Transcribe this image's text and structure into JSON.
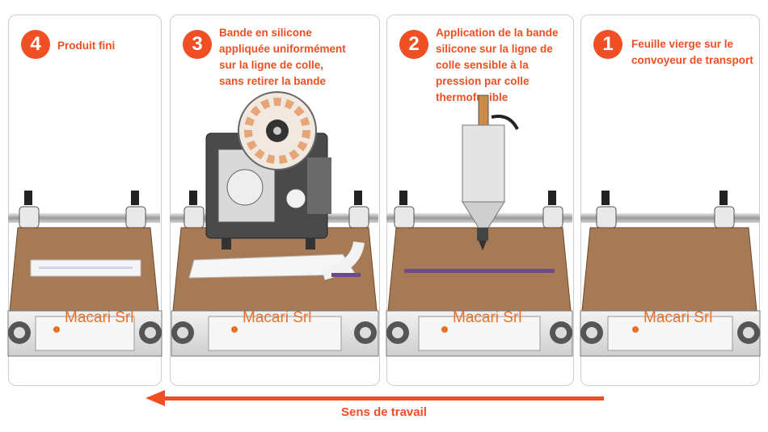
{
  "steps": [
    {
      "number": "4",
      "text": "Produit fini"
    },
    {
      "number": "3",
      "text_lines": [
        "Bande en silicone",
        "appliquée uniformément",
        "sur la ligne de colle,",
        "sans retirer la bande"
      ]
    },
    {
      "number": "2",
      "text_lines": [
        "Application de la bande",
        "silicone sur la ligne de",
        "colle sensible à la",
        "pression par colle",
        "thermofusible"
      ]
    },
    {
      "number": "1",
      "text_lines": [
        "Feuille vierge sur le",
        "convoyeur de transport"
      ]
    }
  ],
  "brand": "Macari Srl",
  "flow": {
    "label": "Sens de travail",
    "direction": "right-to-left"
  },
  "colors": {
    "accent": "#f04e23",
    "board": "#a57a54",
    "brand": "#e8722a",
    "strip": "#6a4a8a"
  },
  "icons": [
    "machine-icon",
    "tape-applicator-icon",
    "glue-gun-icon",
    "arrow-left-icon"
  ]
}
